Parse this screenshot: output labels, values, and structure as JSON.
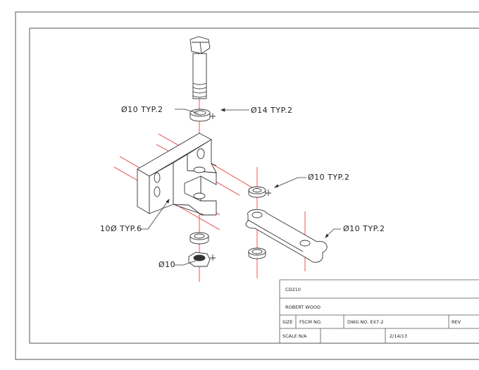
{
  "drawing": {
    "callouts": {
      "washer_top_inner": "Ø10 TYP.2",
      "washer_top_outer": "Ø14 TYP.2",
      "washer_mid": "Ø10 TYP.2",
      "bracket_holes": "10Ø TYP.6",
      "link_hole": "Ø10 TYP.2",
      "nut": "Ø10"
    },
    "colors": {
      "lines": "#333333",
      "centerlines": "#e03030"
    }
  },
  "title_block": {
    "company": "CD210",
    "drawn_by": "ROBERT WOOD",
    "size_label": "SIZE",
    "fscm_label": "FSCM NO.",
    "dwg_no": "DWG NO. EX7-2",
    "rev_label": "REV",
    "scale": "SCALE N/A",
    "date": "2/14/13"
  }
}
